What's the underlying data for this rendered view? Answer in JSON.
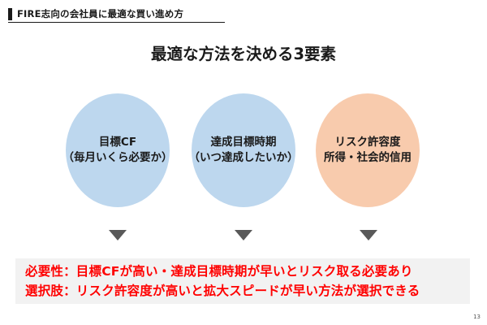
{
  "header": {
    "title": "FIRE志向の会社員に最適な買い進め方"
  },
  "main_title": "最適な方法を決める3要素",
  "factors": [
    {
      "line1": "目標CF",
      "line2": "（毎月いくら必要か）",
      "color": "#bdd7ee"
    },
    {
      "line1": "達成目標時期",
      "line2": "（いつ達成したいか）",
      "color": "#bdd7ee"
    },
    {
      "line1": "リスク許容度",
      "line2": "所得・社会的信用",
      "color": "#f8cbad"
    }
  ],
  "conclusion": {
    "line1": "必要性：目標CFが高い・達成目標時期が早いとリスク取る必要あり",
    "line2": "選択肢：リスク許容度が高いと拡大スピードが早い方法が選択できる",
    "color": "#ff0000"
  },
  "page_number": "13"
}
